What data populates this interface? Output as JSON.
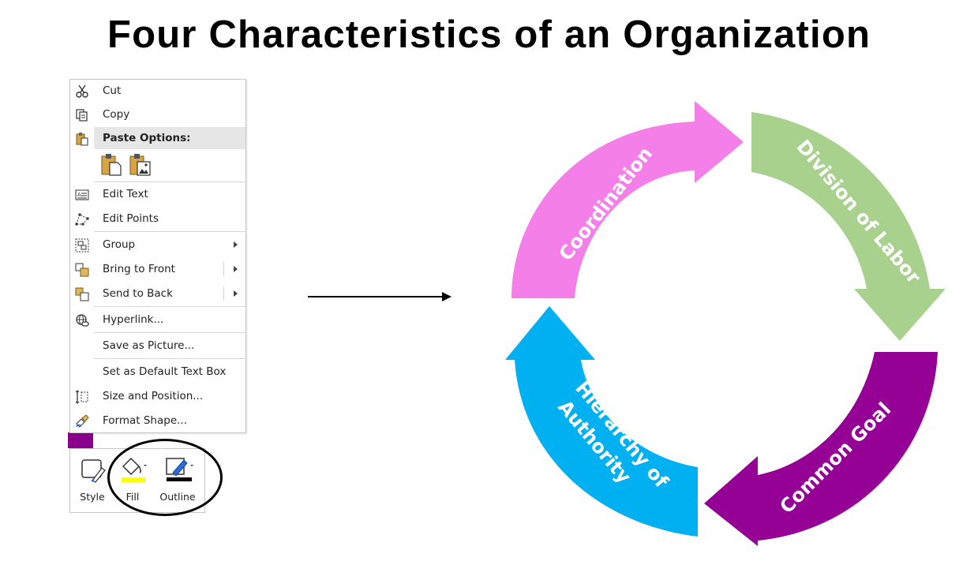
{
  "title": "Four Characteristics of an Organization",
  "context_menu": {
    "items": [
      {
        "label": "Cut",
        "icon": "scissors-icon"
      },
      {
        "label": "Copy",
        "icon": "copy-icon"
      },
      {
        "label": "Paste Options:",
        "icon": "paste-icon"
      },
      {
        "label": "Edit Text",
        "icon": "edit-text-icon"
      },
      {
        "label": "Edit Points",
        "icon": "edit-points-icon"
      },
      {
        "label": "Group",
        "icon": "group-icon"
      },
      {
        "label": "Bring to Front",
        "icon": "bring-to-front-icon"
      },
      {
        "label": "Send to Back",
        "icon": "send-to-back-icon"
      },
      {
        "label": "Hyperlink...",
        "icon": "hyperlink-icon"
      },
      {
        "label": "Save as Picture...",
        "icon": ""
      },
      {
        "label": "Set as Default Text Box",
        "icon": ""
      },
      {
        "label": "Size and Position...",
        "icon": "size-position-icon"
      },
      {
        "label": "Format Shape...",
        "icon": "format-shape-icon"
      }
    ]
  },
  "mini_toolbar": {
    "style_label": "Style",
    "fill_label": "Fill",
    "outline_label": "Outline",
    "fill_color": "#ffff00",
    "outline_color": "#000000"
  },
  "cycle": {
    "segments": [
      {
        "label": "Coordination",
        "color": "#f47fe8"
      },
      {
        "label": "Division of Labor",
        "color": "#a9d18e"
      },
      {
        "label": "Common Goal",
        "color": "#950095"
      },
      {
        "label_line1": "Hierarchy of",
        "label_line2": "Authority",
        "color": "#00b0f0"
      }
    ]
  }
}
